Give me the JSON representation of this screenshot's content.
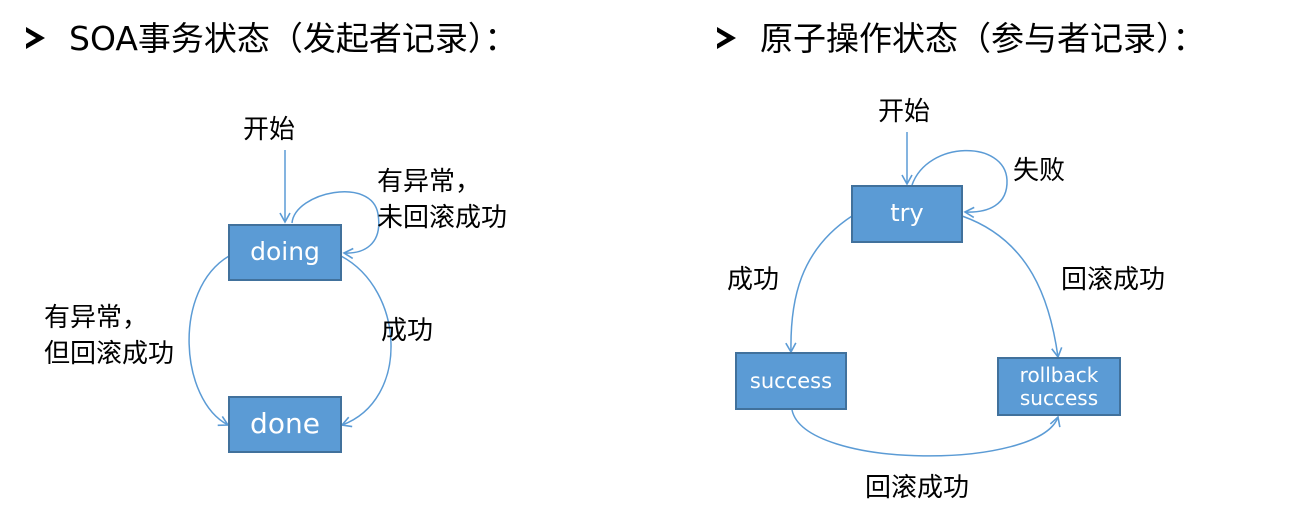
{
  "left_heading": "SOA事务状态（发起者记录）：",
  "right_heading": "原子操作状态（参与者记录）：",
  "left_diagram": {
    "nodes": {
      "doing": "doing",
      "done": "done"
    },
    "labels": {
      "start": "开始",
      "self_loop_line1": "有异常，",
      "self_loop_line2": "未回滚成功",
      "success": "成功",
      "exception_line1": "有异常，",
      "exception_line2": "但回滚成功"
    }
  },
  "right_diagram": {
    "nodes": {
      "try": "try",
      "success": "success",
      "rollback_line1": "rollback",
      "rollback_line2": "success"
    },
    "labels": {
      "start": "开始",
      "fail": "失败",
      "success": "成功",
      "rollback_right": "回滚成功",
      "rollback_bottom": "回滚成功"
    }
  },
  "colors": {
    "node_fill": "#5b9bd5",
    "node_border": "#41719c",
    "arrow": "#5b9bd5"
  }
}
